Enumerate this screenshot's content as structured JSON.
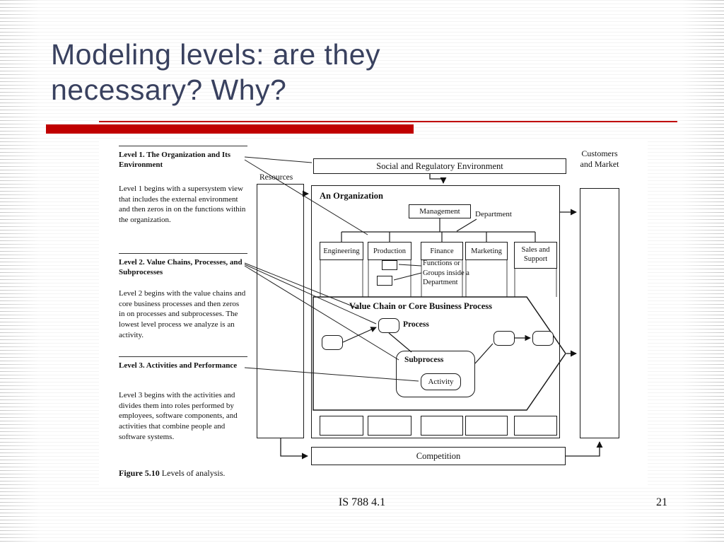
{
  "slide": {
    "title": [
      "Modeling levels: are they",
      "necessary? Why?"
    ],
    "footer": "IS 788 4.1",
    "page_number": "21"
  },
  "colors": {
    "accent_red": "#c00000",
    "title_blue": "#39415f"
  },
  "figure": {
    "caption_label": "Figure 5.10",
    "caption_text": "Levels of analysis.",
    "levels": [
      {
        "heading": "Level 1. The Organization and Its Environment",
        "body": "Level 1 begins with a supersystem view that includes the external environment and then zeros in on the functions within the organization."
      },
      {
        "heading": "Level 2. Value Chains, Processes, and Subprocesses",
        "body": "Level 2 begins with the value chains and core business processes and then zeros in on processes and subprocesses. The lowest level process we analyze is an activity."
      },
      {
        "heading": "Level 3. Activities and Performance",
        "body": "Level 3 begins with the activities and divides them into roles performed by employees, software components, and activities that combine people and software systems."
      }
    ],
    "diagram": {
      "social_env": "Social and Regulatory Environment",
      "resources": "Resources",
      "customers": "Customers and Market",
      "organization": "An Organization",
      "management": "Management",
      "department": "Department",
      "departments": [
        "Engineering",
        "Production",
        "Finance",
        "Marketing",
        "Sales and Support"
      ],
      "functions_note": "Functions or Groups inside a Department",
      "value_chain": "Value Chain or Core Business Process",
      "process": "Process",
      "subprocess": "Subprocess",
      "activity": "Activity",
      "competition": "Competition"
    }
  }
}
